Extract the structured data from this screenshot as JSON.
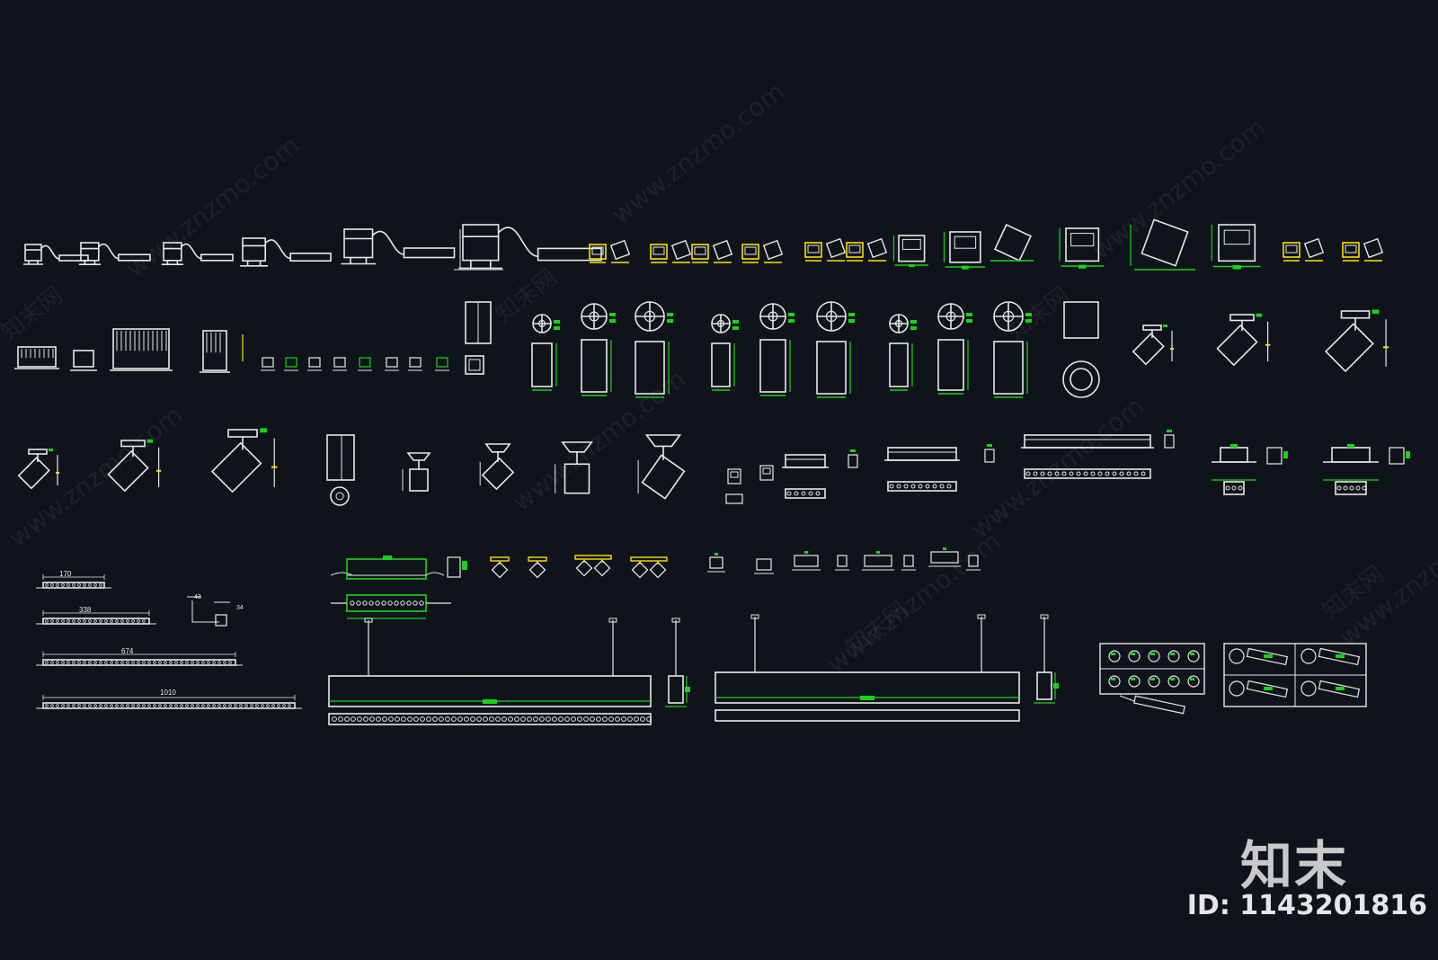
{
  "watermark": {
    "site": "www.znzmo.com",
    "cn": "知末网"
  },
  "brand": {
    "logo_text": "知末",
    "id_text": "ID: 1143201816"
  },
  "dimensions": {
    "d170": "170",
    "d338": "338",
    "d674": "674",
    "d1010": "1010",
    "d43": "43",
    "d34": "34"
  },
  "colors": {
    "background": "#0f141b",
    "line": "#e8e8e8",
    "dimension": "#19d219",
    "highlight": "#ffe000"
  }
}
